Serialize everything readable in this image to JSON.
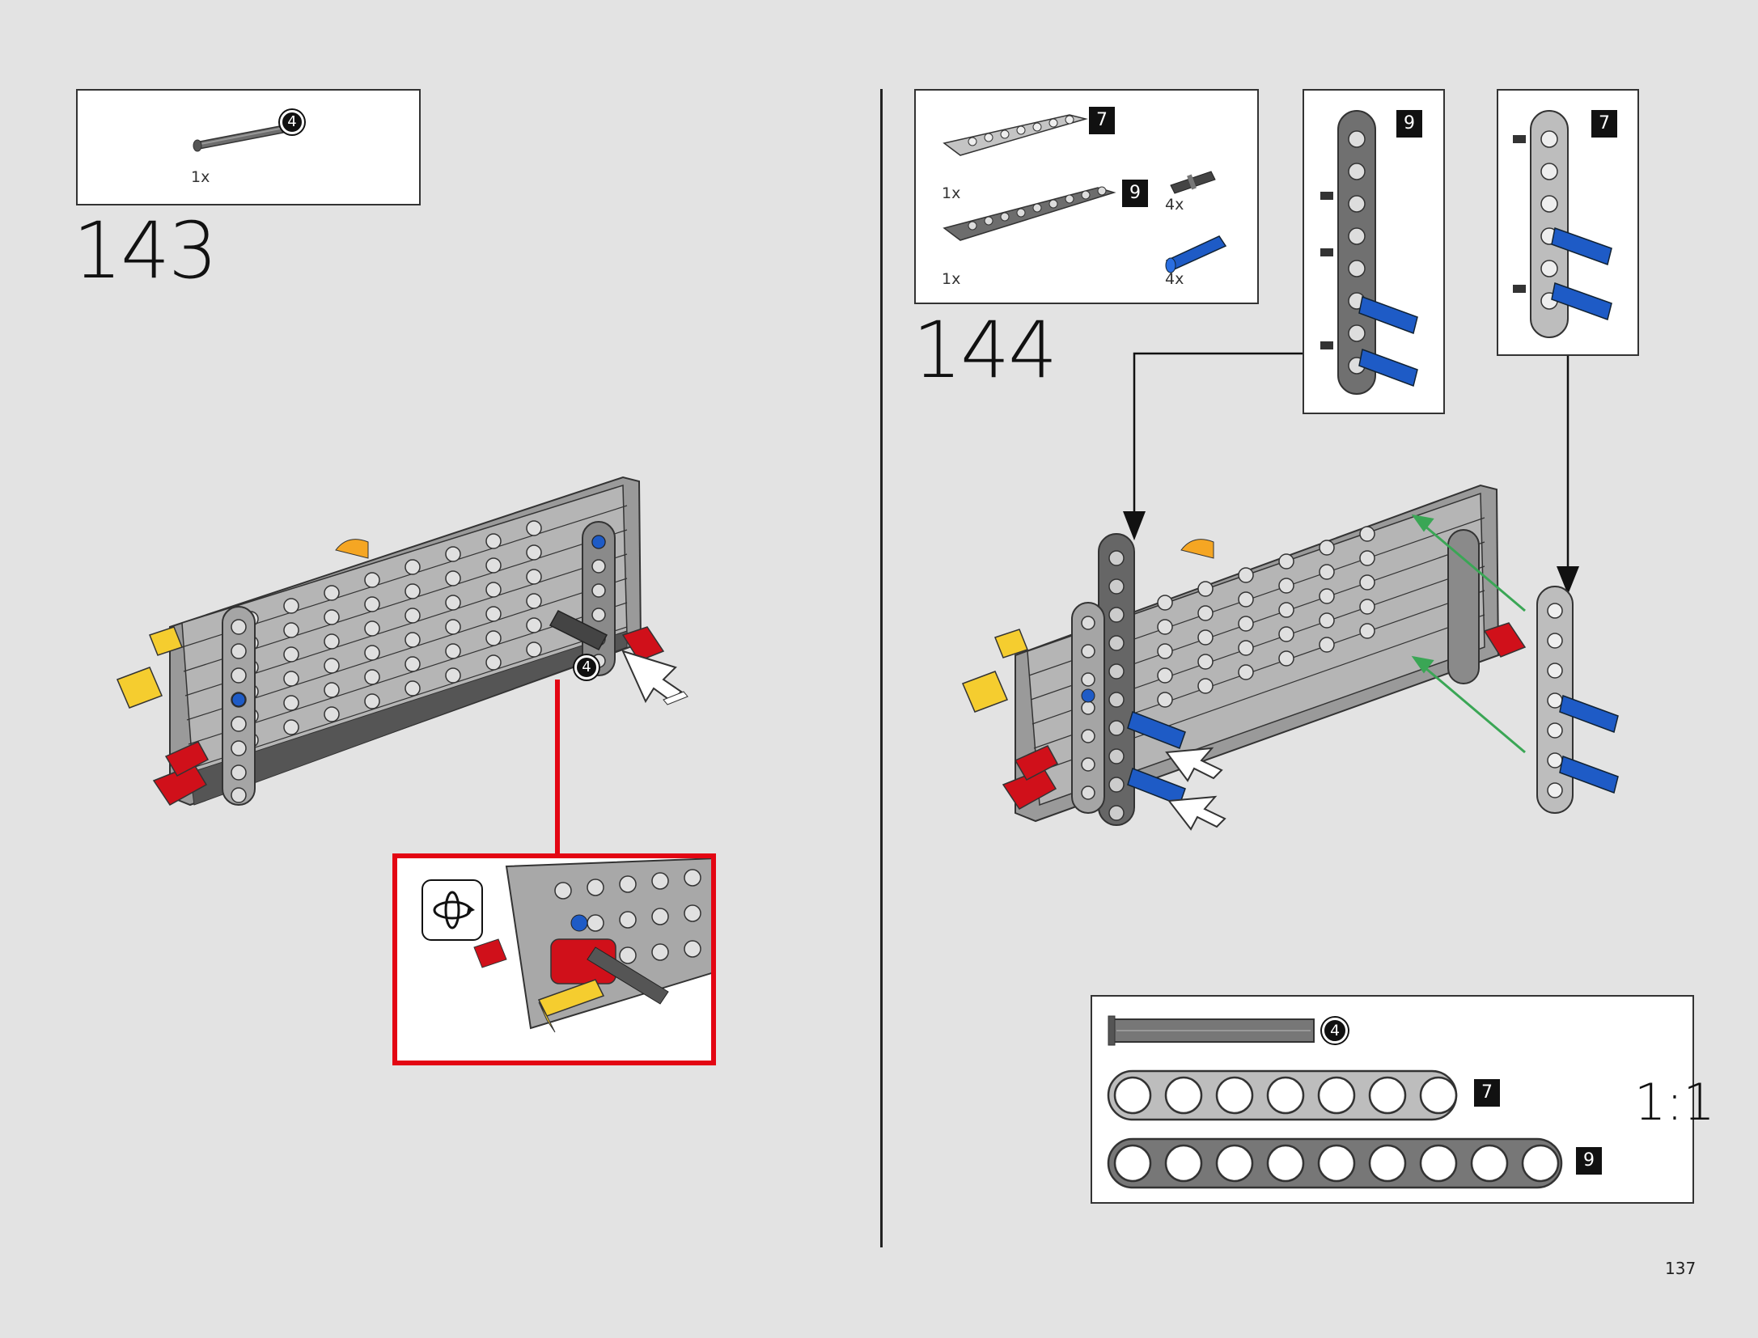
{
  "page": {
    "page_number": "137"
  },
  "step143": {
    "step_number": "143",
    "parts": [
      {
        "name": "axle-4",
        "length_badge": "4",
        "quantity": "1x"
      }
    ],
    "callout_axle_badge": "4"
  },
  "step144": {
    "step_number": "144",
    "parts": [
      {
        "name": "beam-7-light-grey",
        "length_badge": "7",
        "quantity": "1x"
      },
      {
        "name": "beam-9-dark-grey",
        "length_badge": "9",
        "quantity": "1x"
      },
      {
        "name": "pin-black",
        "quantity": "4x"
      },
      {
        "name": "pin-blue",
        "quantity": "4x"
      }
    ],
    "subassembly_a_badge": "9",
    "subassembly_b_badge": "7"
  },
  "scale_ruler": {
    "axle_badge": "4",
    "beam7_badge": "7",
    "beam9_badge": "9",
    "scale_label": "1:1"
  },
  "colors": {
    "background": "#e3e3e3",
    "callout_border": "#e30613",
    "pin_blue": "#1e5bc6",
    "pin_red": "#d0101a",
    "axle_yellow": "#f5cd2f",
    "arrow_green": "#3aa655"
  },
  "icons": [
    "rotate-model-icon",
    "insert-arrow-icon"
  ]
}
